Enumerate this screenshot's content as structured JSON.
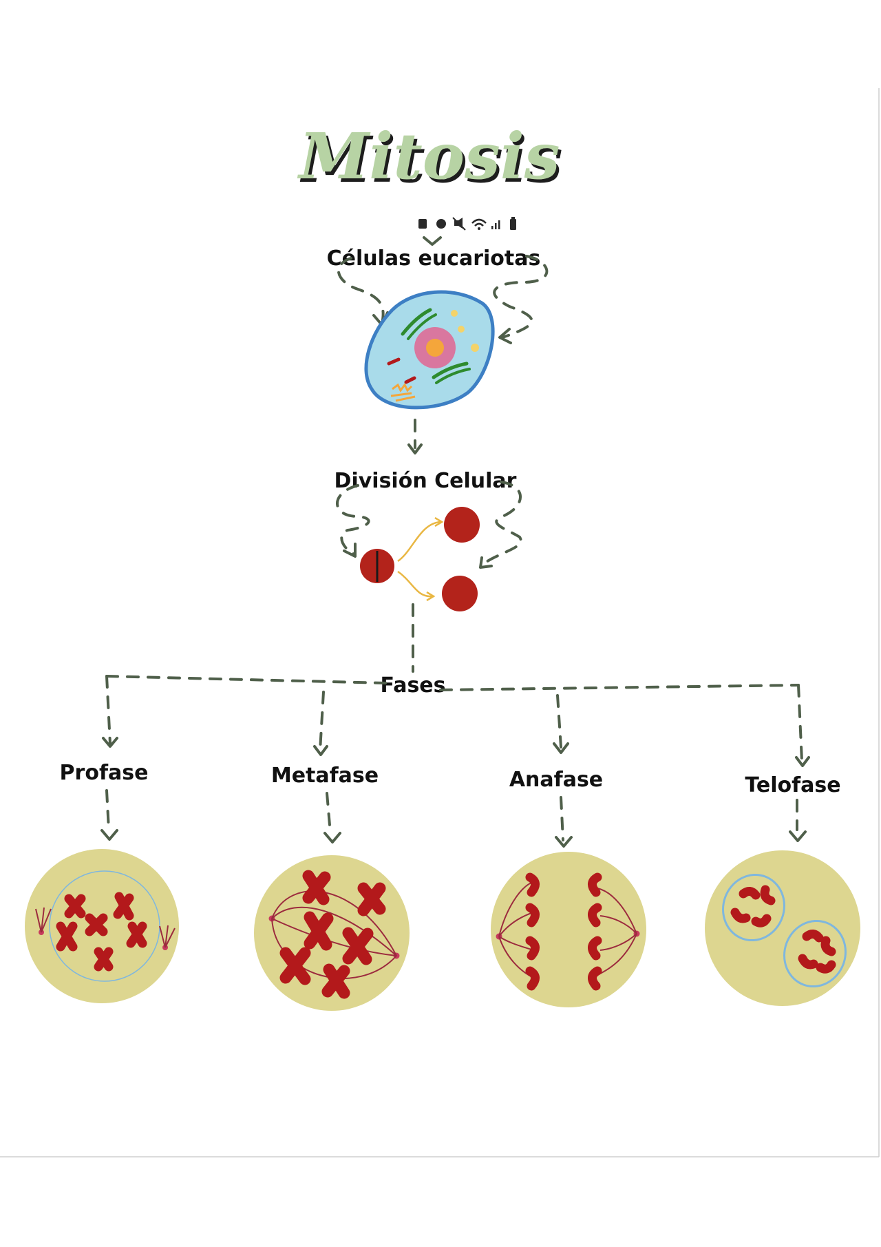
{
  "title": "Mitosis",
  "status_icons": [
    "screenshot-icon",
    "alarm-icon",
    "mute-icon",
    "wifi-icon",
    "signal-icon",
    "battery-icon"
  ],
  "nodes": {
    "eukaryotic": "Células eucariotas",
    "division": "División Celular",
    "phases": "Fases"
  },
  "phases": [
    {
      "name": "Profase"
    },
    {
      "name": "Metafase"
    },
    {
      "name": "Anafase"
    },
    {
      "name": "Telofase"
    }
  ],
  "colors": {
    "title_green": "#b7d3a4",
    "arrow_green": "#4f5f4a",
    "cell_fill": "#a9dbea",
    "cell_border": "#3d7fc4",
    "nucleus": "#d9779f",
    "nucleolus": "#f4a63b",
    "dividing_cell": "#b3231b",
    "yellow_arrow": "#e9b743",
    "phase_cell": "#ddd690",
    "chromosome": "#b3191b",
    "membrane_blue": "#7fb7de"
  }
}
